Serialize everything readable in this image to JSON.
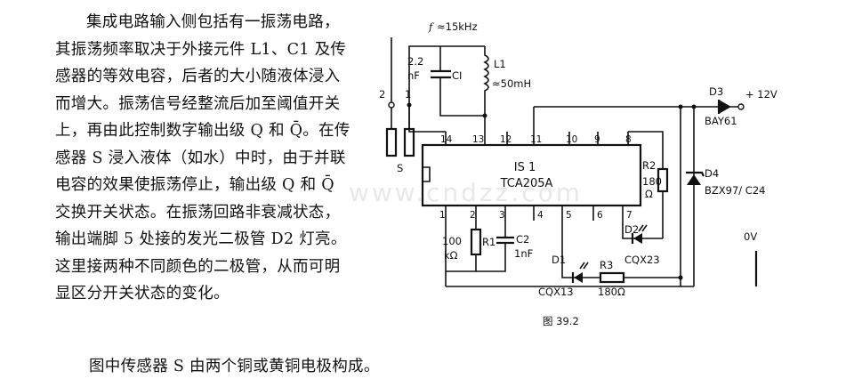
{
  "description": {
    "paragraph": "集成电路输入侧包括有一振荡电路，其振荡频率取决于外接元件 L1、C1 及传感器的等效电容，后者的大小随液体浸入而增大。振荡信号经整流后加至阈值开关上，再由此控制数字输出级 Q 和 Q̄。在传感器 S 浸入液体（如水）中时，由于并联电容的效果使振荡停止，输出级 Q 和 Q̄ 交换开关状态。在振荡回路非衰减状态，输出端脚 5 处接的发光二极管 D2 灯亮。这里接两种不同颜色的二极管，从而可明显区分开关状态的变化。",
    "footer": "图中传感器 S 由两个铜或黄铜电极构成。"
  },
  "circuit": {
    "frequency": "≈15kHz",
    "frequency_symbol": "f",
    "c1_value_1": "2.2",
    "c1_value_2": "nF",
    "c1_name": "CI",
    "l1_name": "L1",
    "l1_value": "≈50mH",
    "ic_name": "IS 1",
    "ic_part": "TCA205A",
    "sensor": "S",
    "sensor_pin_2": "2",
    "sensor_pin_1": "1",
    "d3_name": "D3",
    "d3_part": "BAY61",
    "supply": "+ 12V",
    "d4_name": "D4",
    "d4_part": "BZX97/ C24",
    "r2_name": "R2",
    "r2_value": "180",
    "r2_unit": "Ω",
    "r1_value_1": "100",
    "r1_value_2": "kΩ",
    "r1_name": "R1",
    "c2_name": "C2",
    "c2_value": "1nF",
    "d2_name": "D2",
    "d2_part": "CQX23",
    "d1_name": "D1",
    "d1_part": "CQX13",
    "r3_name": "R3",
    "r3_value": "180Ω",
    "ground": "0V",
    "figure": "图 39.2",
    "top_pins": [
      "14",
      "13",
      "12",
      "11",
      "10",
      "9",
      "8"
    ],
    "bottom_pins": [
      "1",
      "2",
      "3",
      "4",
      "5",
      "6",
      "7"
    ]
  },
  "watermark": "www.cndzz.com"
}
